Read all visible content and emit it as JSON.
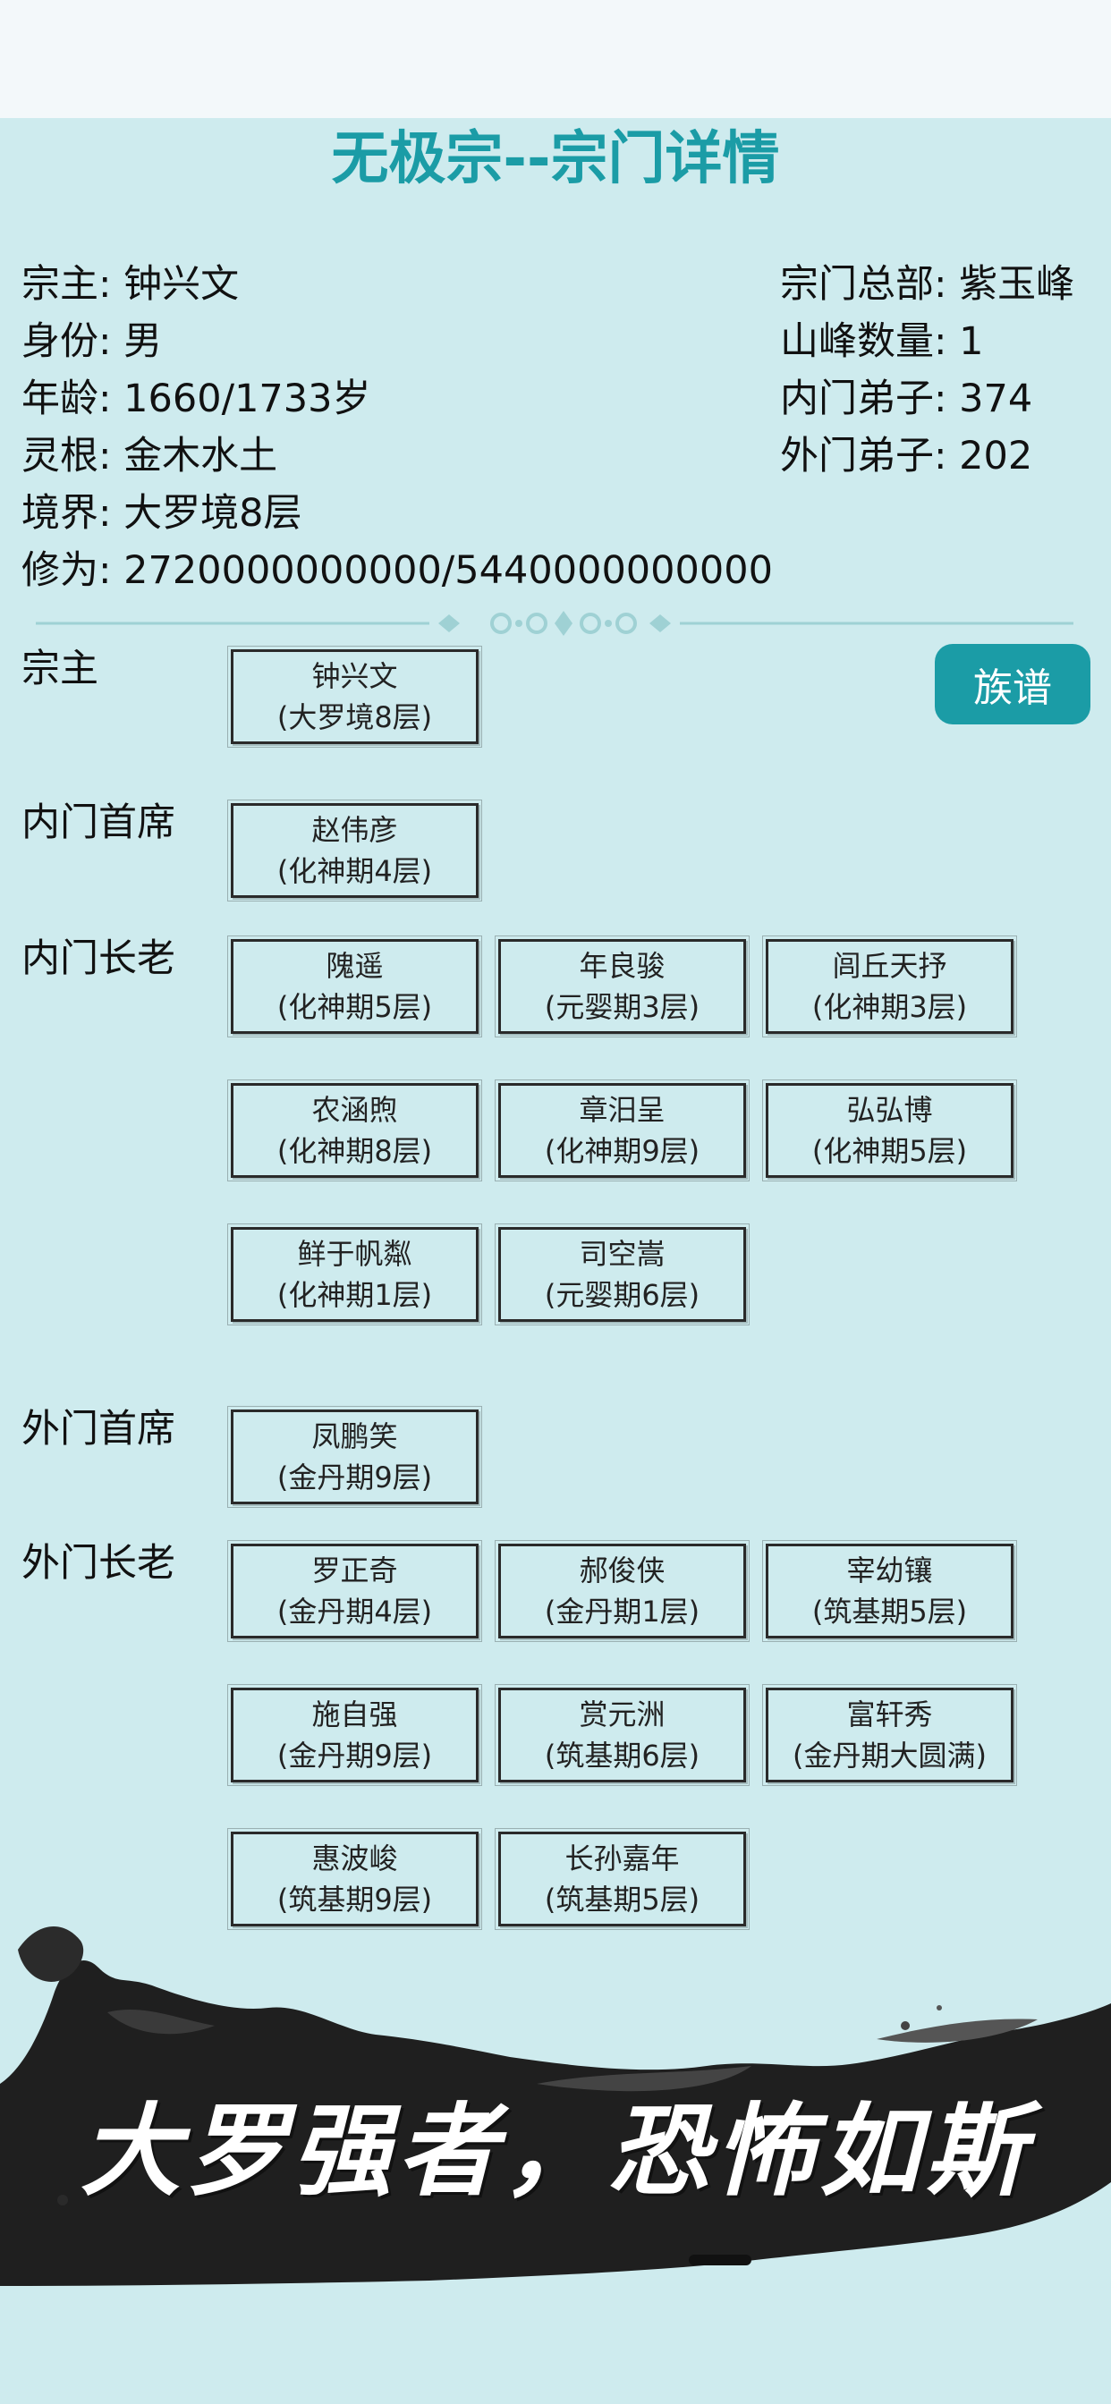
{
  "title": "无极宗--宗门详情",
  "leader_info": {
    "master": "宗主: 钟兴文",
    "identity": "身份: 男",
    "age": "年龄: 1660/1733岁",
    "spirit_root": "灵根: 金木水土",
    "realm": "境界: 大罗境8层",
    "cultivation": "修为: 2720000000000/5440000000000"
  },
  "sect_info": {
    "headquarters": "宗门总部: 紫玉峰",
    "peak_count": "山峰数量: 1",
    "inner_disciples": "内门弟子: 374",
    "outer_disciples": "外门弟子: 202"
  },
  "genealogy_button": "族谱",
  "sections": {
    "master": {
      "label": "宗主",
      "members": [
        {
          "name": "钟兴文",
          "realm": "(大罗境8层)"
        }
      ]
    },
    "inner_chief": {
      "label": "内门首席",
      "members": [
        {
          "name": "赵伟彦",
          "realm": "(化神期4层)"
        }
      ]
    },
    "inner_elders": {
      "label": "内门长老",
      "members": [
        {
          "name": "隗遥",
          "realm": "(化神期5层)"
        },
        {
          "name": "年良骏",
          "realm": "(元婴期3层)"
        },
        {
          "name": "闾丘天抒",
          "realm": "(化神期3层)"
        },
        {
          "name": "农涵煦",
          "realm": "(化神期8层)"
        },
        {
          "name": "章汨呈",
          "realm": "(化神期9层)"
        },
        {
          "name": "弘弘博",
          "realm": "(化神期5层)"
        },
        {
          "name": "鲜于帆粼",
          "realm": "(化神期1层)"
        },
        {
          "name": "司空嵩",
          "realm": "(元婴期6层)"
        }
      ]
    },
    "outer_chief": {
      "label": "外门首席",
      "members": [
        {
          "name": "凤鹏笑",
          "realm": "(金丹期9层)"
        }
      ]
    },
    "outer_elders": {
      "label": "外门长老",
      "members": [
        {
          "name": "罗正奇",
          "realm": "(金丹期4层)"
        },
        {
          "name": "郝俊侠",
          "realm": "(金丹期1层)"
        },
        {
          "name": "宰幼镶",
          "realm": "(筑基期5层)"
        },
        {
          "name": "施自强",
          "realm": "(金丹期9层)"
        },
        {
          "name": "赏元洲",
          "realm": "(筑基期6层)"
        },
        {
          "name": "富轩秀",
          "realm": "(金丹期大圆满)"
        },
        {
          "name": "惠波峻",
          "realm": "(筑基期9层)"
        },
        {
          "name": "长孙嘉年",
          "realm": "(筑基期5层)"
        }
      ]
    }
  },
  "banner_text": "大罗强者，恐怖如斯",
  "colors": {
    "background": "#ceebee",
    "accent": "#1b9ca6",
    "status_bar": "#f3f8fa"
  },
  "icons": {
    "divider": "ornamental-divider-icon",
    "banner": "ink-splash-icon"
  }
}
